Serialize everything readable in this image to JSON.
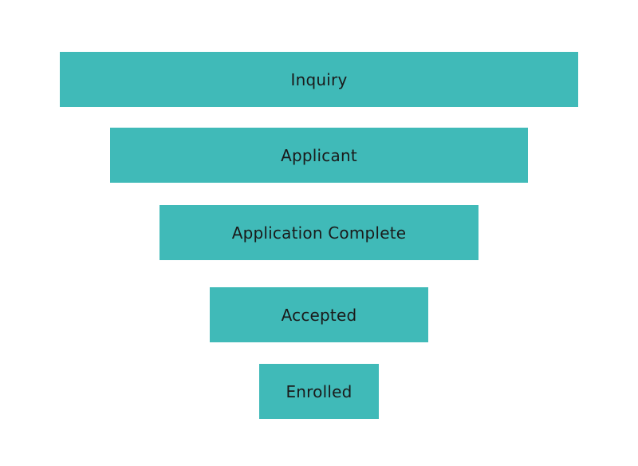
{
  "funnel": {
    "color": "#40BAB8",
    "stages": [
      {
        "label": "Inquiry"
      },
      {
        "label": "Applicant"
      },
      {
        "label": "Application Complete"
      },
      {
        "label": "Accepted"
      },
      {
        "label": "Enrolled"
      }
    ]
  }
}
